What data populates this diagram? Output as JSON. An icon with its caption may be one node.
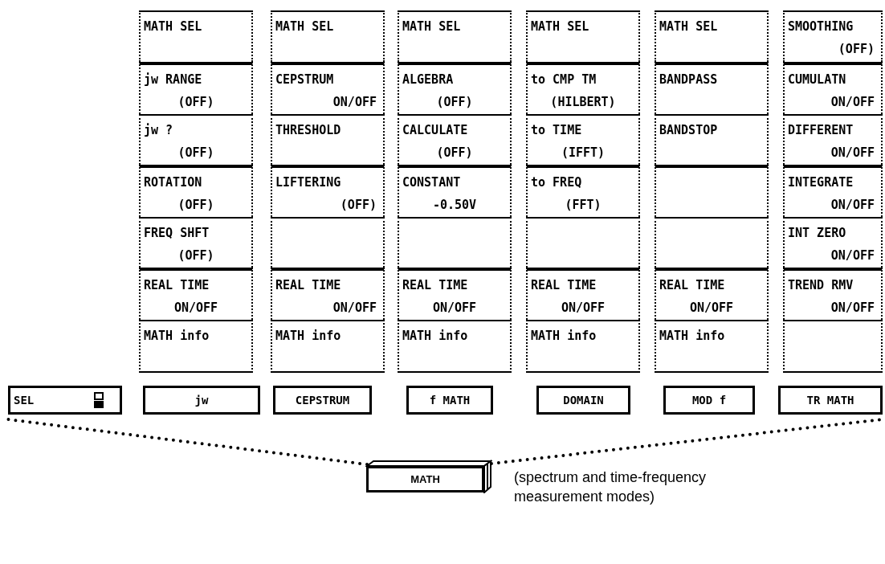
{
  "diagram": {
    "nodes": [
      {
        "text": [
          "MATH SEL"
        ]
      },
      {
        "text": [
          "MATH SEL"
        ]
      },
      {
        "text": [
          "MATH SEL"
        ]
      },
      {
        "text": [
          "MATH SEL"
        ]
      },
      {
        "text": [
          "MATH SEL"
        ]
      },
      {
        "text": [
          "SMOOTHING",
          "(OFF)"
        ]
      },
      {
        "text": [
          "jw RANGE",
          "(OFF)"
        ]
      },
      {
        "text": [
          "CEPSTRUM",
          "ON/OFF"
        ]
      },
      {
        "text": [
          "ALGEBRA",
          "(OFF)"
        ]
      },
      {
        "text": [
          "to CMP TM",
          "(HILBERT)"
        ]
      },
      {
        "text": [
          "BANDPASS"
        ]
      },
      {
        "text": [
          "CUMULATN",
          "ON/OFF"
        ]
      },
      {
        "text": [
          "jw ?",
          "(OFF)"
        ]
      },
      {
        "text": [
          "THRESHOLD"
        ]
      },
      {
        "text": [
          "CALCULATE",
          "(OFF)"
        ]
      },
      {
        "text": [
          "to TIME",
          "(IFFT)"
        ]
      },
      {
        "text": [
          "BANDSTOP"
        ]
      },
      {
        "text": [
          "DIFFERENT",
          "ON/OFF"
        ]
      },
      {
        "text": [
          "ROTATION",
          "(OFF)"
        ]
      },
      {
        "text": [
          "LIFTERING",
          "(OFF)"
        ]
      },
      {
        "text": [
          "CONSTANT",
          "-0.50V"
        ]
      },
      {
        "text": [
          "to FREQ",
          "(FFT)"
        ]
      },
      {
        "text": [],
        "shape": "box"
      },
      {
        "text": [
          "INTEGRATE",
          "ON/OFF"
        ]
      },
      {
        "text": [
          "FREQ SHFT",
          "(OFF)"
        ]
      },
      {
        "text": [],
        "shape": "box"
      },
      {
        "text": [],
        "shape": "box"
      },
      {
        "text": [],
        "shape": "box"
      },
      {
        "text": [],
        "shape": "box"
      },
      {
        "text": [
          "INT ZERO",
          "ON/OFF"
        ]
      },
      {
        "text": [
          "REAL TIME",
          "ON/OFF"
        ]
      },
      {
        "text": [
          "REAL TIME",
          "ON/OFF"
        ]
      },
      {
        "text": [
          "REAL TIME",
          "ON/OFF"
        ]
      },
      {
        "text": [
          "REAL TIME",
          "ON/OFF"
        ]
      },
      {
        "text": [
          "REAL TIME",
          "ON/OFF"
        ]
      },
      {
        "text": [
          "TREND RMV",
          "ON/OFF"
        ]
      },
      {
        "text": [
          "MATH info"
        ]
      },
      {
        "text": [
          "MATH info"
        ]
      },
      {
        "text": [
          "MATH info"
        ]
      },
      {
        "text": [
          "MATH info"
        ]
      },
      {
        "text": [
          "MATH info"
        ]
      },
      {
        "text": [],
        "shape": "box"
      },
      {
        "text": [
          "SEL"
        ]
      },
      {
        "text": [
          "jw"
        ]
      },
      {
        "text": [
          "CEPSTRUM"
        ]
      },
      {
        "text": [
          "f MATH"
        ]
      },
      {
        "text": [
          "DOMAIN"
        ]
      },
      {
        "text": [
          "MOD f"
        ]
      },
      {
        "text": [
          "TR MATH"
        ]
      },
      {
        "text": [
          "MATH"
        ],
        "beside": [
          "(spectrum and time-frequency measurement modes)"
        ]
      }
    ],
    "edges": [
      {
        "from": 49,
        "to": 42,
        "arrow": "none",
        "style": "dashed"
      },
      {
        "from": 49,
        "to": 48,
        "arrow": "none",
        "style": "dashed"
      }
    ]
  }
}
